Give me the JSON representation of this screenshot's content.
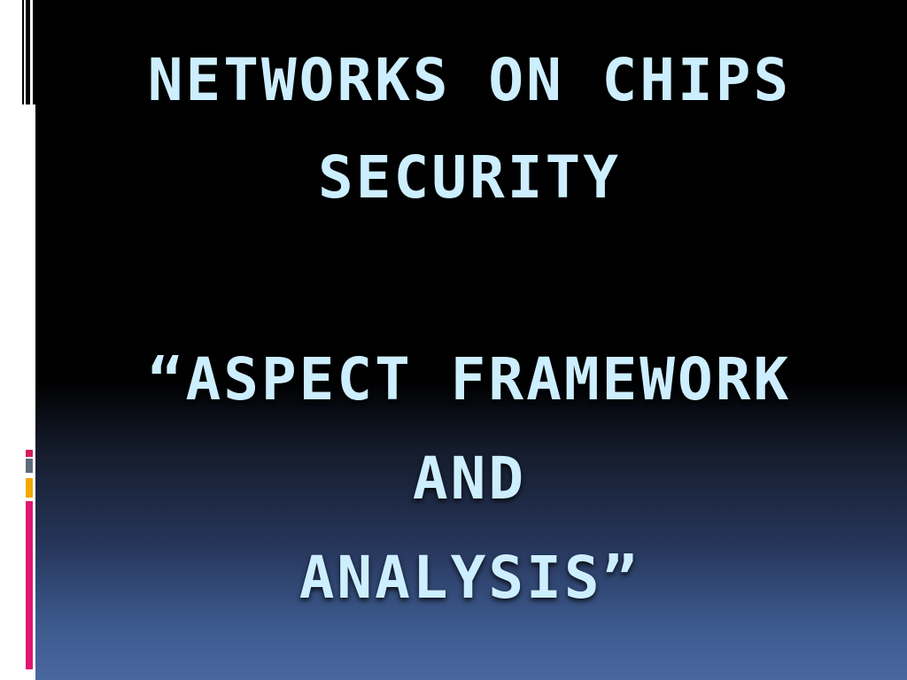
{
  "slide": {
    "title_lines": [
      "NETWORKS ON CHIPS",
      "SECURITY",
      "“ASPECT FRAMEWORK",
      "AND",
      "ANALYSIS”"
    ]
  },
  "colors": {
    "title_text": "#cdeefe",
    "background_top": "#000000",
    "background_bottom": "#4a68a0",
    "side_band": "#ffffff",
    "accent_pink": "#e0156f",
    "accent_gold": "#f2a900",
    "accent_gray": "#5f6b7a"
  }
}
